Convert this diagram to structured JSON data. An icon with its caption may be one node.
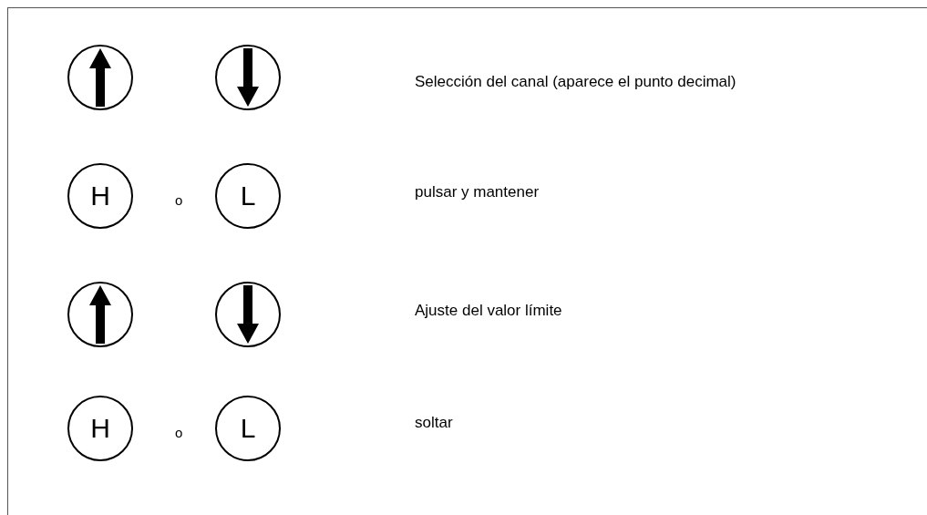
{
  "diagram": {
    "nodes": [
      {
        "text": [],
        "shape": "circle"
      },
      {
        "text": [],
        "shape": "circle"
      },
      {
        "text": [
          "H"
        ]
      },
      {
        "text": [
          "L"
        ]
      },
      {
        "text": [],
        "shape": "circle"
      },
      {
        "text": [],
        "shape": "circle"
      },
      {
        "text": [
          "H"
        ]
      },
      {
        "text": [
          "L"
        ]
      }
    ],
    "labels": [
      "Selección del canal (aparece el punto decimal)",
      "o",
      "pulsar y mantener",
      "Ajuste del valor límite",
      "o",
      "soltar"
    ]
  }
}
